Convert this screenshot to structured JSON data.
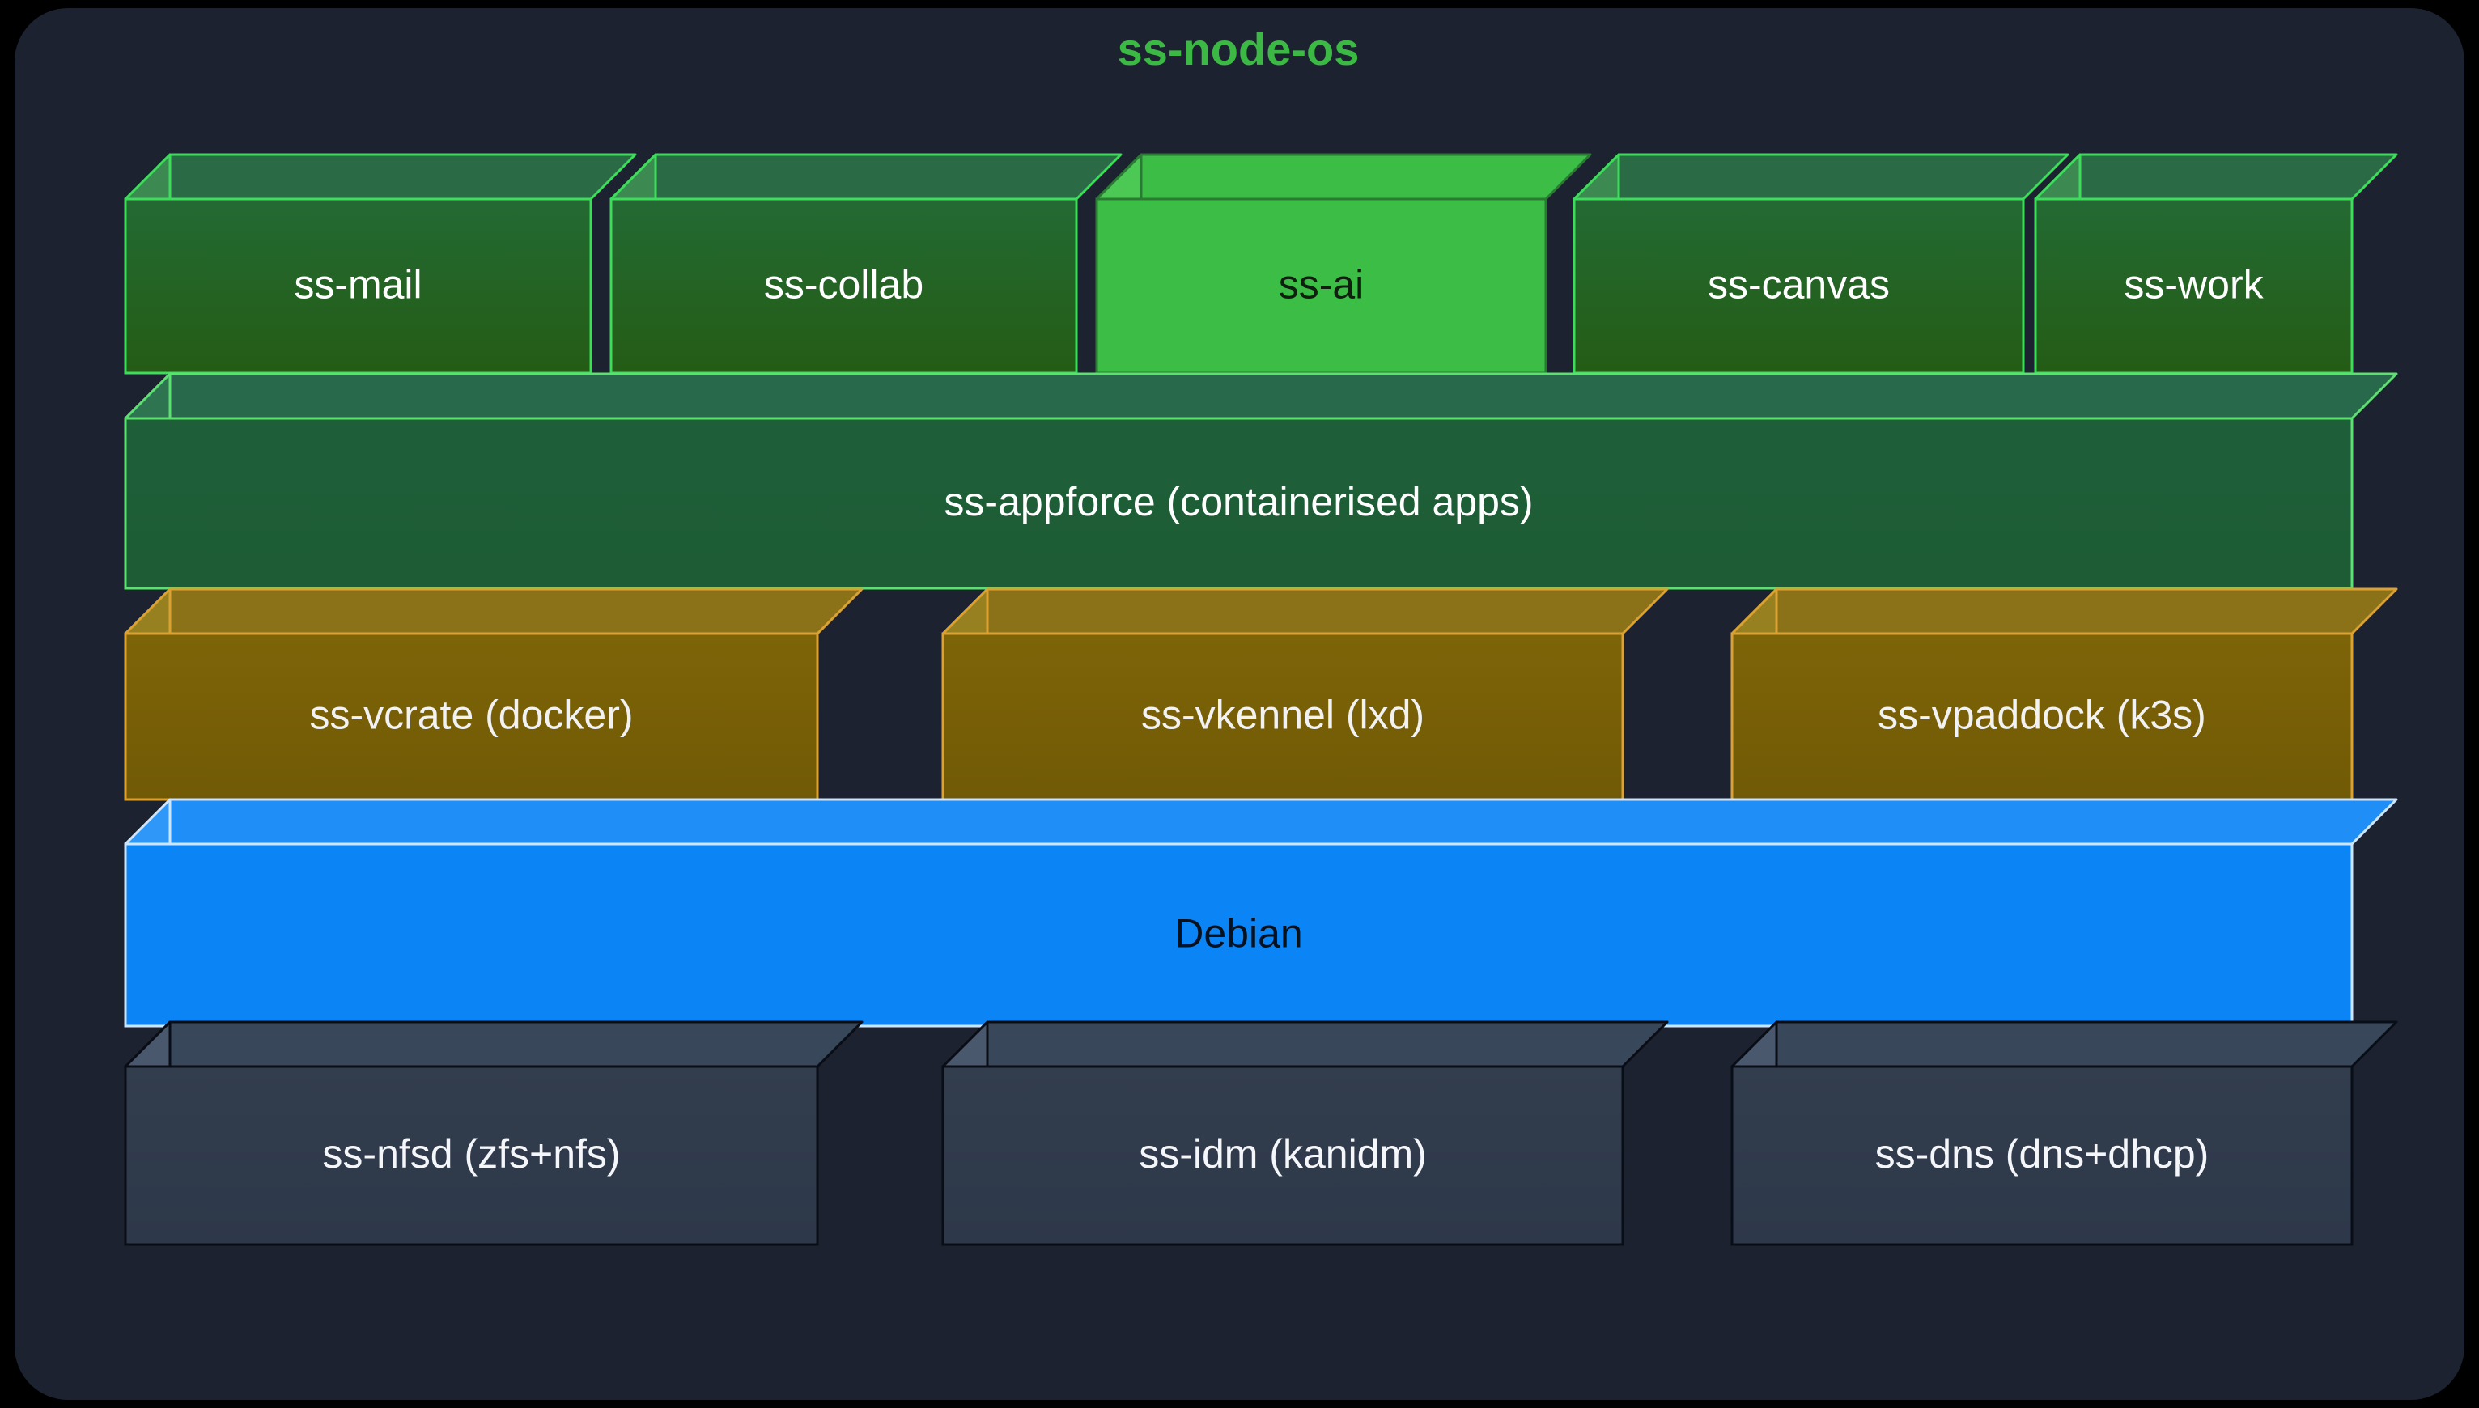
{
  "diagram": {
    "title": "ss-node-os",
    "title_color": "#3cb944",
    "background_color": "#000000",
    "canvas_color": "#1c2230",
    "type": "layered-stack-3d",
    "layers": [
      {
        "name": "applications",
        "boxes": [
          {
            "label": "ss-mail",
            "style": "green-dark"
          },
          {
            "label": "ss-collab",
            "style": "green-dark"
          },
          {
            "label": "ss-ai",
            "style": "green-bright"
          },
          {
            "label": "ss-canvas",
            "style": "green-dark"
          },
          {
            "label": "ss-work",
            "style": "green-dark"
          }
        ]
      },
      {
        "name": "app-platform",
        "boxes": [
          {
            "label": "ss-appforce (containerised apps)",
            "style": "green-flat"
          }
        ]
      },
      {
        "name": "virtualisation",
        "boxes": [
          {
            "label": "ss-vcrate (docker)",
            "style": "amber"
          },
          {
            "label": "ss-vkennel (lxd)",
            "style": "amber"
          },
          {
            "label": "ss-vpaddock (k3s)",
            "style": "amber"
          }
        ]
      },
      {
        "name": "operating-system",
        "boxes": [
          {
            "label": "Debian",
            "style": "blue"
          }
        ]
      },
      {
        "name": "infrastructure-services",
        "boxes": [
          {
            "label": "ss-nfsd (zfs+nfs)",
            "style": "slate"
          },
          {
            "label": "ss-idm (kanidm)",
            "style": "slate"
          },
          {
            "label": "ss-dns (dns+dhcp)",
            "style": "slate"
          }
        ]
      }
    ],
    "palette": {
      "green-dark": {
        "front_top": "#236a33",
        "front_bottom": "#245c15",
        "top": "#2a6b46",
        "side": "#3c8a52",
        "border": "#3ddc5a",
        "text": "#ffffff"
      },
      "green-bright": {
        "front_top": "#3cbe46",
        "front_bottom": "#3cbe46",
        "top": "#3cbe46",
        "side": "#4cc955",
        "border": "#2a7a33",
        "text": "#10200f"
      },
      "green-flat": {
        "front_top": "#1e5f3a",
        "front_bottom": "#1d5c34",
        "top": "#27694a",
        "side": "#2e7450",
        "border": "#5ce06f",
        "text": "#ffffff"
      },
      "amber": {
        "front_top": "#7e6408",
        "front_bottom": "#715a06",
        "top": "#8b7117",
        "side": "#97801f",
        "border": "#dba233",
        "text": "#f2f2f2"
      },
      "blue": {
        "front_top": "#0b84f6",
        "front_bottom": "#0b84f6",
        "top": "#1f8ef7",
        "side": "#2e97f8",
        "border": "#cfe5fb",
        "text": "#06121f"
      },
      "slate": {
        "front_top": "#323d4d",
        "front_bottom": "#2d384a",
        "top": "#39475a",
        "side": "#49586c",
        "border": "#090d16",
        "text": "#f4f6f9"
      }
    }
  }
}
